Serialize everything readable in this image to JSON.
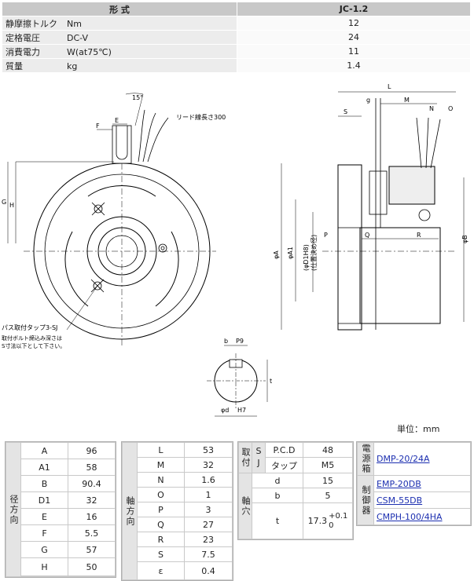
{
  "spec_table": {
    "header_label": "形 式",
    "header_model": "JC-1.2",
    "rows": [
      {
        "label": "静摩擦トルク",
        "unit": "Nm",
        "value": "12"
      },
      {
        "label": "定格電圧",
        "unit": "DC-V",
        "value": "24"
      },
      {
        "label": "消費電力",
        "unit": "W(at75℃)",
        "value": "11"
      },
      {
        "label": "質量",
        "unit": "kg",
        "value": "1.4"
      }
    ]
  },
  "drawing_labels": {
    "angle": "15°",
    "lead_wire": "リード線長さ300",
    "F": "F",
    "E": "E",
    "G": "G",
    "H": "H",
    "tap_note": "パス取付タップ3-SJ",
    "bolt_note_1": "取付ボルト締込み深さは",
    "bolt_note_2": "S寸法以下として下さい。",
    "L": "L",
    "g": "g",
    "M": "M",
    "N": "N",
    "O": "O",
    "S": "S",
    "Q": "Q",
    "R": "R",
    "phiA": "φA",
    "phiA1": "φA1",
    "phiB": "φB",
    "P": "P",
    "phiD1": "(φD1H8)",
    "fit_note": "(仕置決め径)",
    "b": "b",
    "P9": "P9",
    "t": "t",
    "phid": "φd",
    "H7": "H7"
  },
  "unit_label": "単位：mm",
  "dims_radial": {
    "title": "径方向",
    "rows": [
      {
        "name": "A",
        "value": "96"
      },
      {
        "name": "A1",
        "value": "58"
      },
      {
        "name": "B",
        "value": "90.4"
      },
      {
        "name": "D1",
        "value": "32"
      },
      {
        "name": "E",
        "value": "16"
      },
      {
        "name": "F",
        "value": "5.5"
      },
      {
        "name": "G",
        "value": "57"
      },
      {
        "name": "H",
        "value": "50"
      }
    ]
  },
  "dims_axial": {
    "title": "軸方向",
    "rows": [
      {
        "name": "L",
        "value": "53"
      },
      {
        "name": "M",
        "value": "32"
      },
      {
        "name": "N",
        "value": "1.6"
      },
      {
        "name": "O",
        "value": "1"
      },
      {
        "name": "P",
        "value": "3"
      },
      {
        "name": "Q",
        "value": "27"
      },
      {
        "name": "R",
        "value": "23"
      },
      {
        "name": "S",
        "value": "7.5"
      },
      {
        "name": "ε",
        "value": "0.4"
      }
    ]
  },
  "mount_shaft": {
    "mount_title": "取付",
    "sj_label": "SJ",
    "pcd_label": "P.C.D",
    "pcd_value": "48",
    "tap_label": "タップ",
    "tap_value": "M5",
    "shaft_title": "軸穴",
    "d_label": "d",
    "d_value": "15",
    "b_label": "b",
    "b_value": "5",
    "t_label": "t",
    "t_value": "17.3",
    "t_tol_plus": "+0.1",
    "t_tol_minus": "0"
  },
  "power_box": {
    "title": "電源箱",
    "link": "DMP-20/24A"
  },
  "control": {
    "title": "制御器",
    "links": [
      "EMP-20DB",
      "CSM-55DB",
      "CMPH-100/4HA"
    ]
  }
}
